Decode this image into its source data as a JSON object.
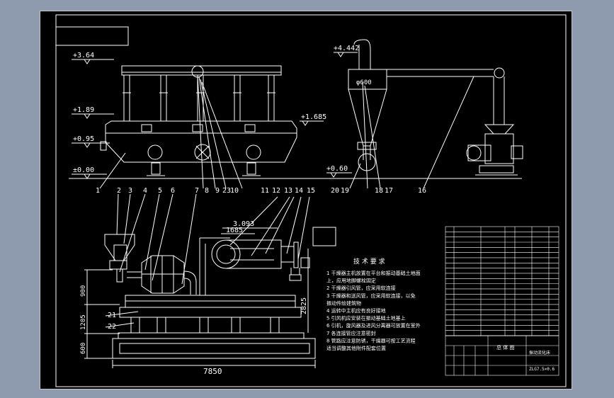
{
  "elevations": {
    "top_left": "+3.64",
    "mid_left": "+1.89",
    "low_left": "+0.95",
    "ground": "±0.00",
    "right_mid": "+1.685",
    "top_right": "+4.442",
    "base_right": "+0.60"
  },
  "callouts": [
    "1",
    "2",
    "3",
    "4",
    "5",
    "6",
    "7",
    "8",
    "9",
    "10",
    "11",
    "12",
    "13",
    "14",
    "15",
    "16",
    "17",
    "18",
    "19",
    "20",
    "21",
    "22",
    "23"
  ],
  "dimensions": {
    "d_3093": "3.093",
    "d_1685": "1685",
    "d_2825": "2825",
    "d_900": "900",
    "d_1205": "1205",
    "d_600": "600",
    "d_7850": "7850",
    "d_phi600": "φ600"
  },
  "notes": {
    "title": "技 术 要 求",
    "lines": [
      "1 干燥器主机放置在平台和振动基础土地面",
      "上，应用地脚螺栓固定",
      "2 干燥器引风管，应采用软连接",
      "3 干燥器和送风管，应采用软连接，以免",
      "振动传给建筑物",
      "4 运转中主机应有良好接地",
      "5 引风机应安装在振动基础土地基上",
      "6 引机，旋风器及进风分离器可放置在室外",
      "7 各连接管应注意密封",
      "8 管路应注意防锈，干燥器可按工艺流程",
      "适当调整其他附件配套位置"
    ]
  },
  "title_block": {
    "drawing_name": "总 体 图",
    "product": "振动流化床",
    "code": "ZLG7.5×0.6"
  }
}
